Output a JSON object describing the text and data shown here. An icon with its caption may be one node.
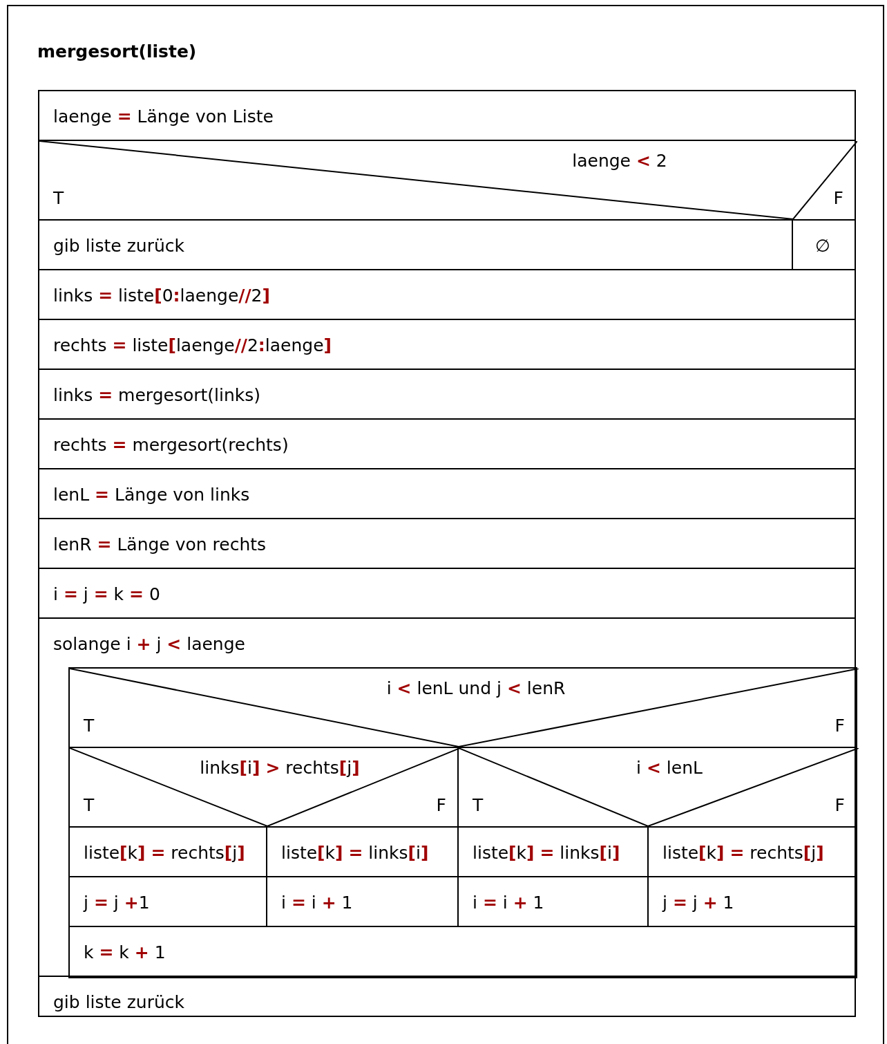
{
  "diagram": {
    "title": "mergesort(liste)",
    "nodes": [
      {
        "text": [
          "laenge **=** Länge von Liste"
        ]
      },
      {
        "text": [
          "laenge **<** 2",
          "T",
          "F"
        ]
      },
      {
        "text": [
          "gib liste zurück"
        ]
      },
      {
        "text": [
          "∅"
        ]
      },
      {
        "text": [
          "links **=** liste**[**0**:**laenge**//**2**]**"
        ]
      },
      {
        "text": [
          "rechts **=** liste**[**laenge**//**2**:**laenge**]**"
        ]
      },
      {
        "text": [
          "links **=** mergesort(links)"
        ]
      },
      {
        "text": [
          "rechts **=** mergesort(rechts)"
        ]
      },
      {
        "text": [
          "lenL **=** Länge von links"
        ]
      },
      {
        "text": [
          "lenR **=** Länge von rechts"
        ]
      },
      {
        "text": [
          "i **=** j **=** k **=** 0"
        ]
      },
      {
        "text": [
          "solange i **+** j **<** laenge"
        ]
      },
      {
        "text": [
          "i **<** lenL und j **<** lenR",
          "T",
          "F"
        ],
        "in": 11
      },
      {
        "text": [
          "links**[**i**]** **>** rechts**[**j**]**",
          "T",
          "F"
        ],
        "in": 11
      },
      {
        "text": [
          "i **<** lenL",
          "T",
          "F"
        ],
        "in": 11
      },
      {
        "text": [
          "liste**[**k**]** **=** rechts**[**j**]**"
        ],
        "in": 11
      },
      {
        "text": [
          "liste**[**k**]** **=** links**[**i**]**"
        ],
        "in": 11
      },
      {
        "text": [
          "liste**[**k**]** **=** links**[**i**]**"
        ],
        "in": 11
      },
      {
        "text": [
          "liste**[**k**]** **=** rechts**[**j**]**"
        ],
        "in": 11
      },
      {
        "text": [
          "j **=** j **+**1"
        ],
        "in": 11
      },
      {
        "text": [
          "i **=** i **+** 1"
        ],
        "in": 11
      },
      {
        "text": [
          "i **=** i **+** 1"
        ],
        "in": 11
      },
      {
        "text": [
          "j **=** j **+** 1"
        ],
        "in": 11
      },
      {
        "text": [
          "k **=** k **+** 1"
        ],
        "in": 11
      },
      {
        "text": [
          "gib liste zurück"
        ]
      }
    ]
  }
}
